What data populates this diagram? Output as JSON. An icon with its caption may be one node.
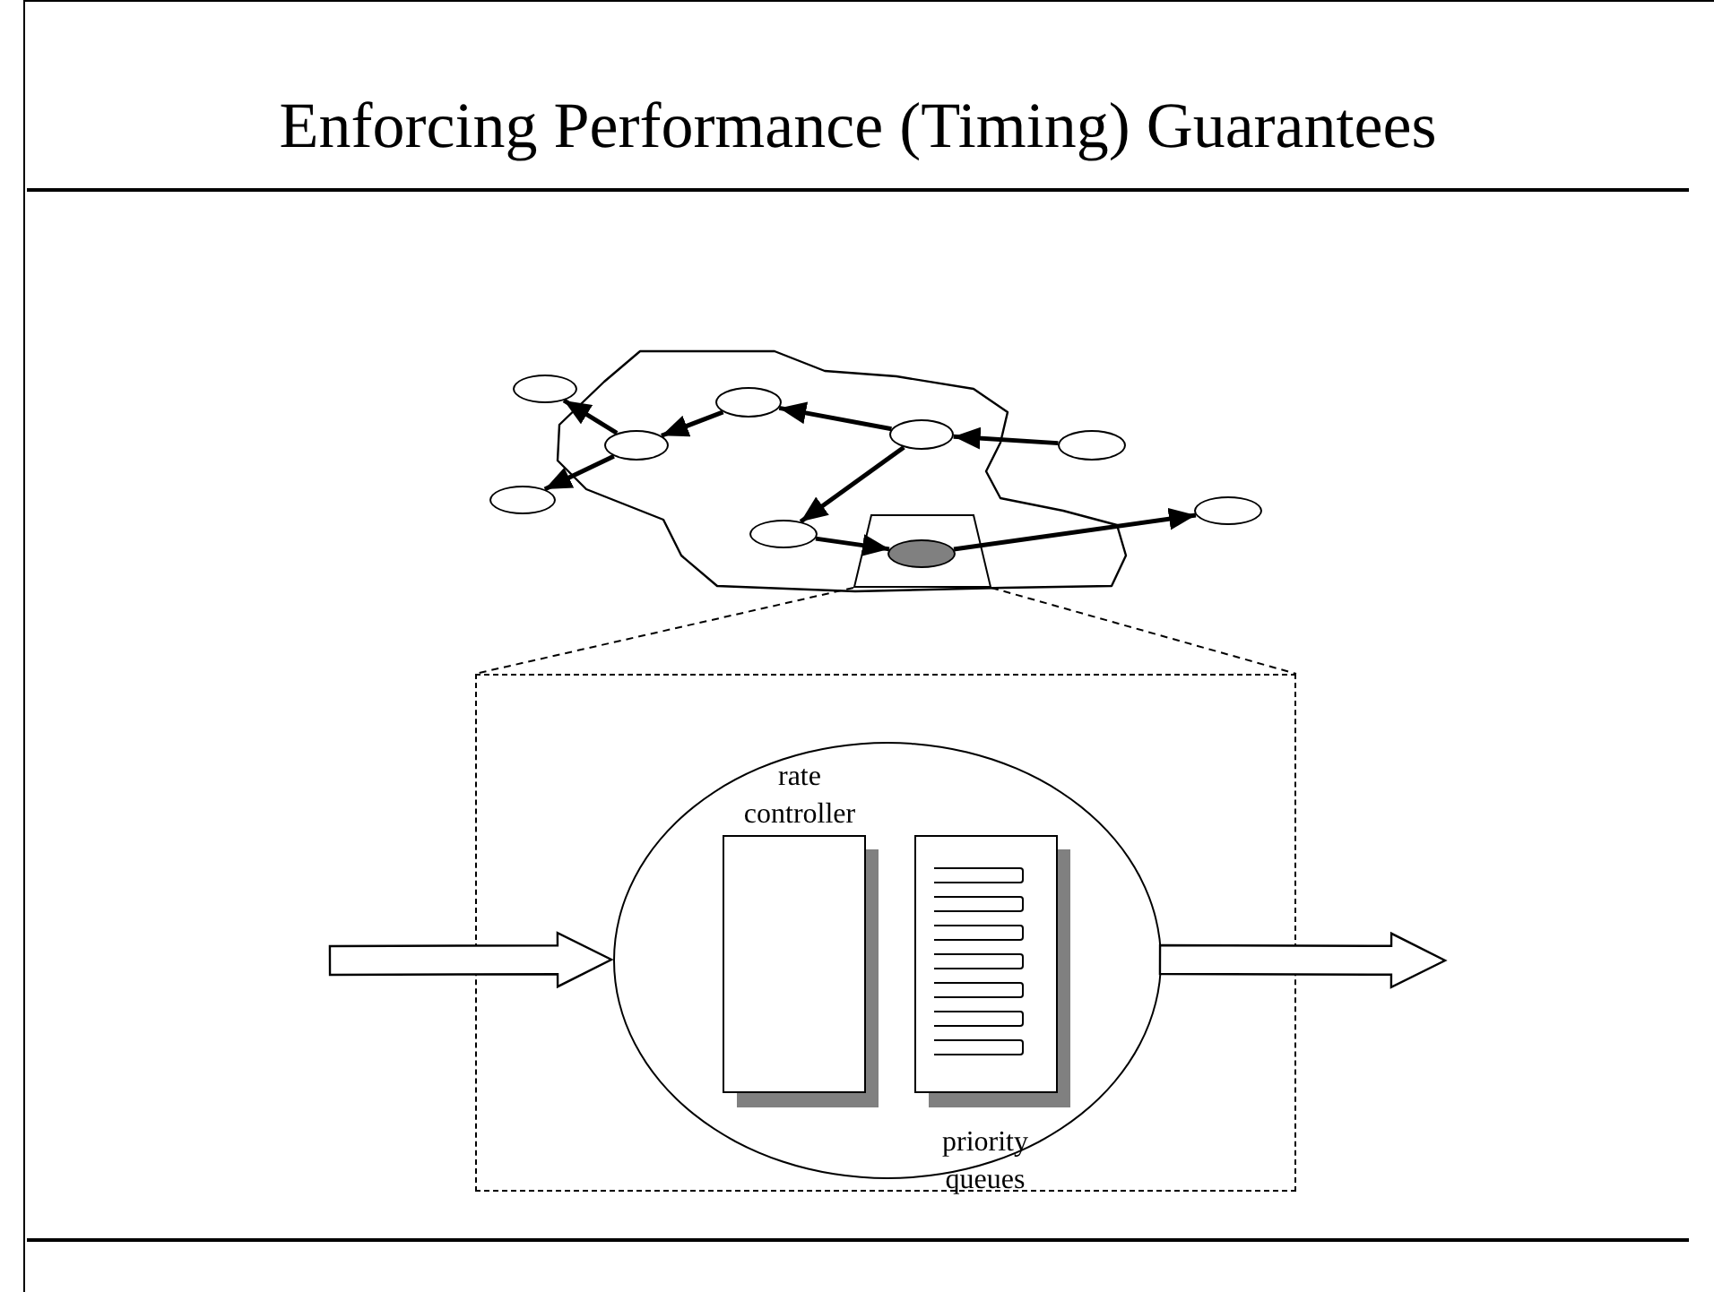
{
  "diagram": {
    "title": "Enforcing Performance (Timing) Guarantees",
    "nodes": [
      {
        "text": [],
        "shape": "cloud"
      },
      {
        "text": [],
        "shape": "ellipse"
      },
      {
        "text": [],
        "shape": "ellipse"
      },
      {
        "text": [],
        "shape": "ellipse",
        "in": 0
      },
      {
        "text": [],
        "shape": "ellipse",
        "in": 0
      },
      {
        "text": [],
        "shape": "ellipse",
        "in": 0
      },
      {
        "text": [],
        "shape": "trapezoid",
        "in": 0
      },
      {
        "text": [],
        "shape": "ellipse",
        "in": 6
      },
      {
        "text": [],
        "shape": "ellipse",
        "in": 0
      },
      {
        "text": [],
        "shape": "ellipse"
      },
      {
        "text": [],
        "shape": "ellipse"
      },
      {
        "text": [],
        "shape": "box"
      },
      {
        "text": [],
        "shape": "ellipse",
        "in": 11
      },
      {
        "text": [
          "rate controller"
        ],
        "in": 12
      },
      {
        "text": [
          "priority queues"
        ],
        "in": 12
      }
    ],
    "edges": [
      {
        "from": 3,
        "to": 2,
        "arrow": "to"
      },
      {
        "from": 3,
        "to": 1,
        "arrow": "to"
      },
      {
        "from": 4,
        "to": 3,
        "arrow": "to"
      },
      {
        "from": 8,
        "to": 4,
        "arrow": "to"
      },
      {
        "from": 9,
        "to": 8,
        "arrow": "to"
      },
      {
        "from": 8,
        "to": 5,
        "arrow": "to"
      },
      {
        "from": 5,
        "to": 7,
        "arrow": "to"
      },
      {
        "from": 7,
        "to": 10,
        "arrow": "to"
      },
      {
        "from": 6,
        "to": 11,
        "arrow": "none",
        "style": "dashed"
      },
      {
        "from": 6,
        "to": 11,
        "arrow": "none",
        "style": "dashed"
      },
      {
        "from": null,
        "to": 12,
        "arrow": "to",
        "style": "thick"
      },
      {
        "from": 12,
        "to": null,
        "arrow": "to",
        "style": "thick"
      }
    ]
  }
}
